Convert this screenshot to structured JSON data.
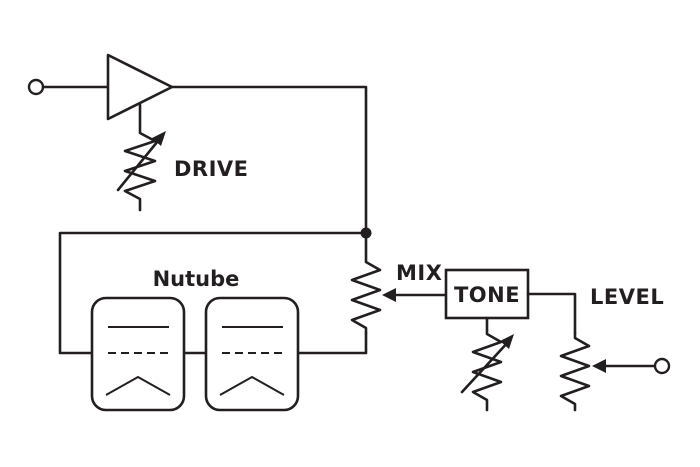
{
  "diagram": {
    "labels": {
      "drive": "DRIVE",
      "mix": "MIX",
      "tone": "TONE",
      "level": "LEVEL",
      "nutube": "Nutube"
    },
    "colors": {
      "ink": "#231f20",
      "background": "#ffffff"
    }
  }
}
